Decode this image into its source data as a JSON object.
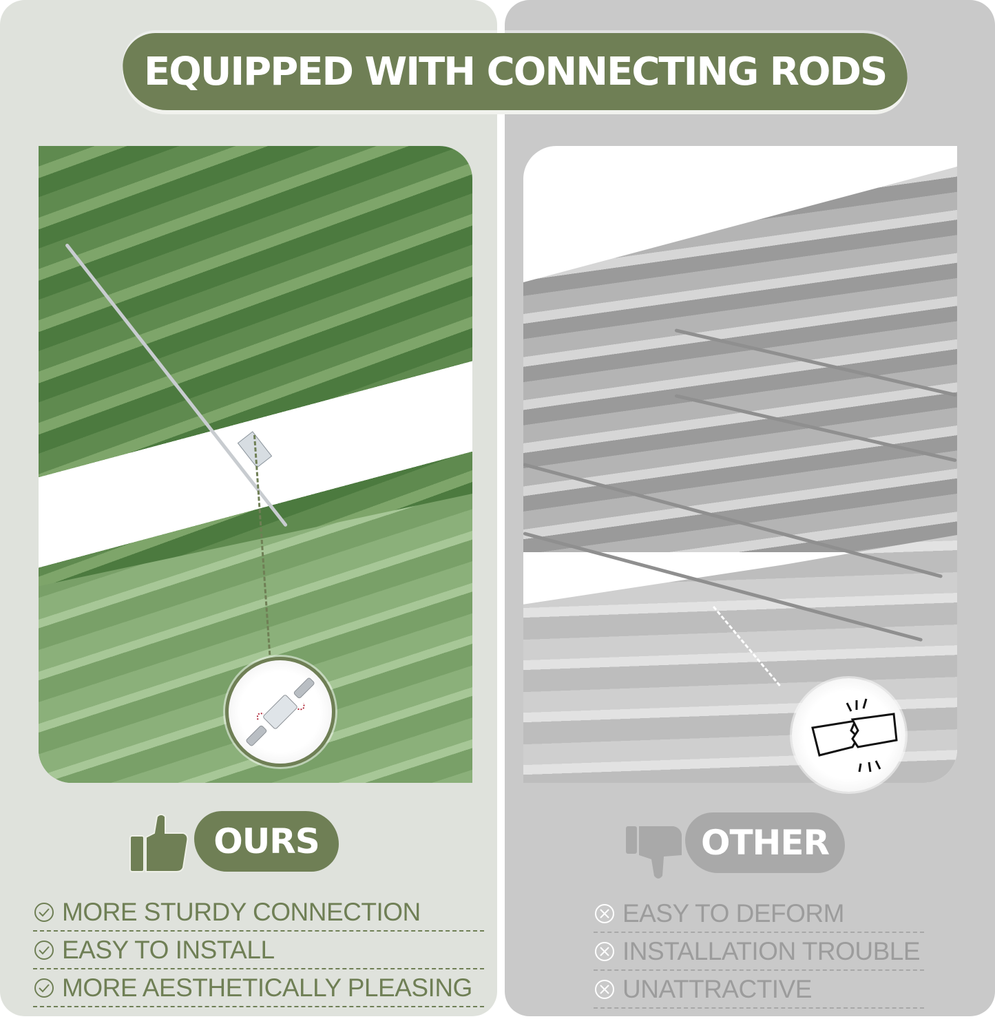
{
  "title": "EQUIPPED WITH CONNECTING RODS",
  "colors": {
    "accent_green": "#6f7f55",
    "panel_left_bg": "#dfe2dc",
    "panel_right_bg": "#c9c9c9",
    "negative_gray": "#9c9c9c"
  },
  "left": {
    "badge_label": "OURS",
    "badge_icon": "thumbs-up-icon",
    "detail_icon": "rod-coupling-nut-icon",
    "features": [
      {
        "icon": "check-circle-icon",
        "label": "MORE STURDY CONNECTION"
      },
      {
        "icon": "check-circle-icon",
        "label": "EASY TO INSTALL"
      },
      {
        "icon": "check-circle-icon",
        "label": "MORE AESTHETICALLY PLEASING"
      }
    ]
  },
  "right": {
    "badge_label": "OTHER",
    "badge_icon": "thumbs-down-icon",
    "detail_icon": "broken-bar-icon",
    "features": [
      {
        "icon": "x-circle-icon",
        "label": "EASY TO DEFORM"
      },
      {
        "icon": "x-circle-icon",
        "label": "INSTALLATION TROUBLE"
      },
      {
        "icon": "x-circle-icon",
        "label": "UNATTRACTIVE"
      }
    ]
  }
}
